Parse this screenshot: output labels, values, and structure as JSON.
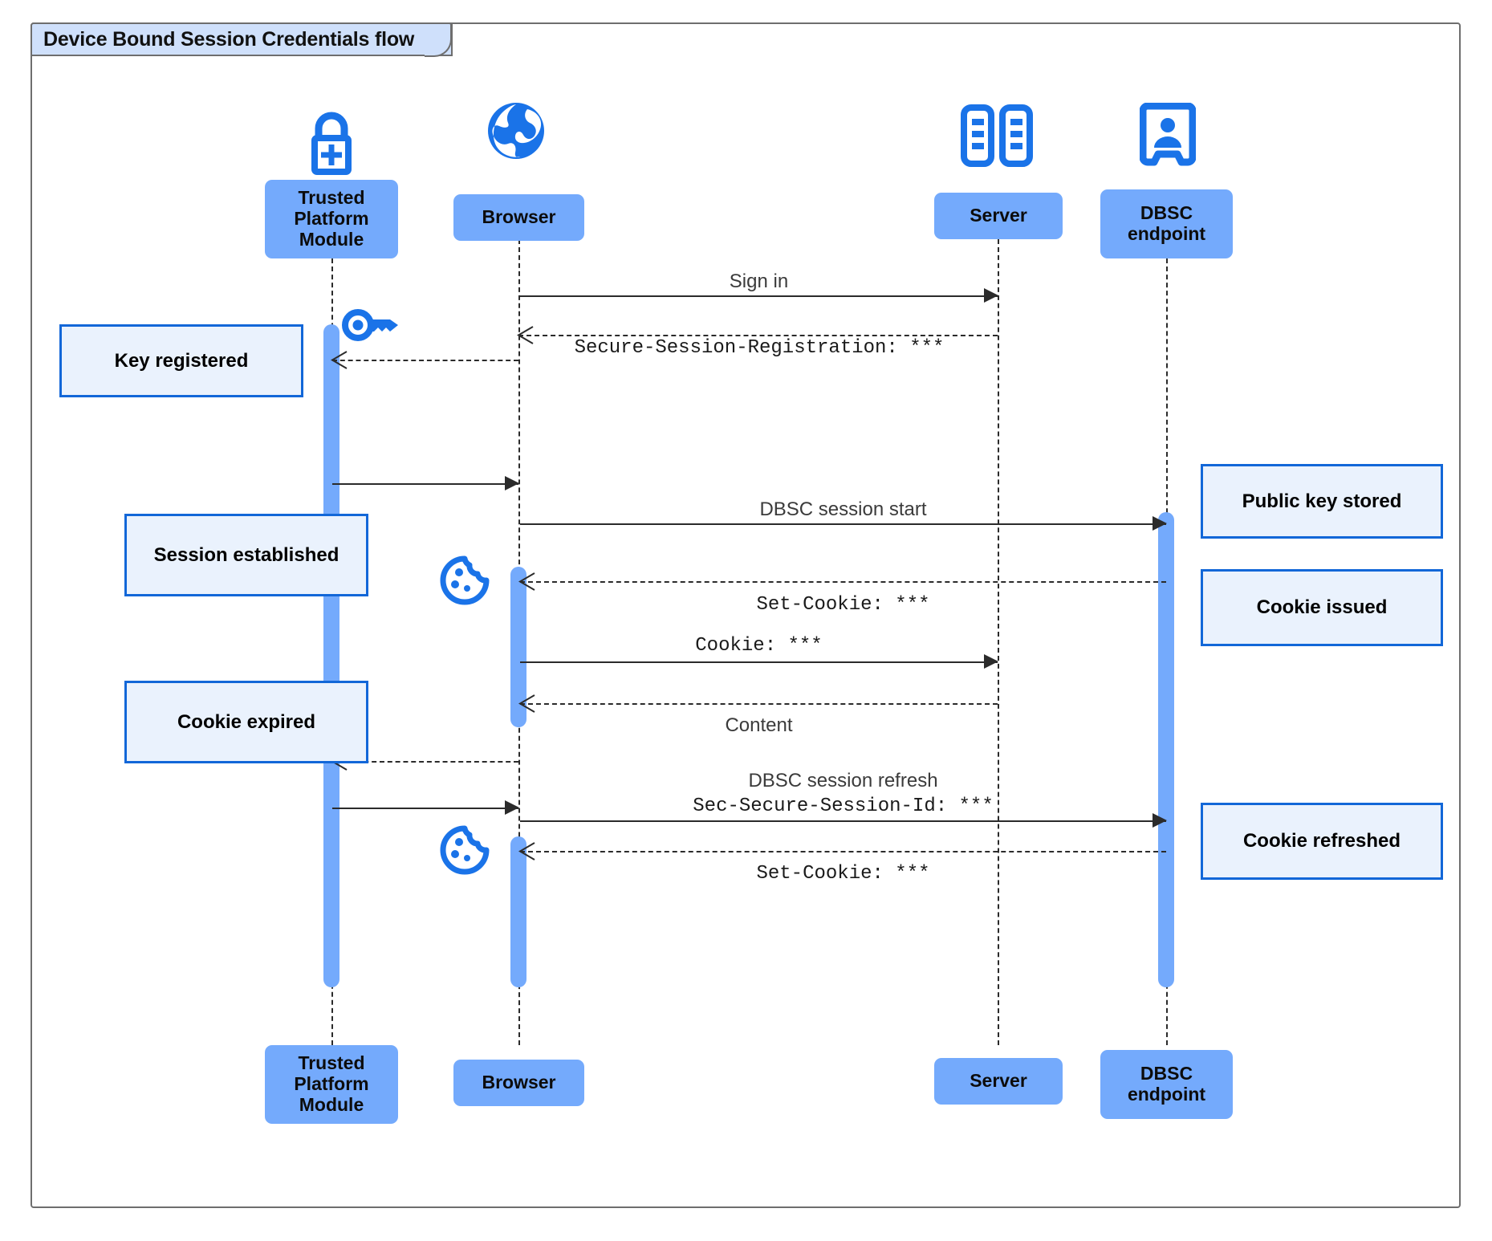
{
  "frame": {
    "label": "Device Bound Session Credentials flow"
  },
  "colors": {
    "participant_fill": "#74aafc",
    "note_fill": "#eaf2fd",
    "note_border": "#1267d8",
    "icon_blue": "#1a73e8",
    "frame_label_fill": "#cfe0fb",
    "frame_border": "#6e6e6e",
    "line": "#2b2b2b"
  },
  "participants": [
    {
      "id": "tpm",
      "label": "Trusted Platform Module",
      "icon": "lock-plus-icon"
    },
    {
      "id": "browser",
      "label": "Browser",
      "icon": "globe-icon"
    },
    {
      "id": "server",
      "label": "Server",
      "icon": "server-rack-icon"
    },
    {
      "id": "dbsc",
      "label": "DBSC endpoint",
      "icon": "id-badge-icon"
    }
  ],
  "participants_bottom": [
    {
      "id": "tpm",
      "label": "Trusted Platform Module"
    },
    {
      "id": "browser",
      "label": "Browser"
    },
    {
      "id": "server",
      "label": "Server"
    },
    {
      "id": "dbsc",
      "label": "DBSC endpoint"
    }
  ],
  "messages": [
    {
      "id": "m1",
      "label": "Sign in",
      "style": "sans",
      "from": "browser",
      "to": "server",
      "kind": "solid"
    },
    {
      "id": "m2",
      "label": "Secure-Session-Registration: ***",
      "style": "mono",
      "from": "server",
      "to": "browser",
      "kind": "dashed"
    },
    {
      "id": "m3",
      "label": "",
      "style": "sans",
      "from": "tpm",
      "to": "browser",
      "kind": "solid"
    },
    {
      "id": "m4",
      "label": "DBSC session start",
      "style": "sans",
      "from": "browser",
      "to": "dbsc",
      "kind": "solid"
    },
    {
      "id": "m5",
      "label": "Set-Cookie: ***",
      "style": "mono",
      "from": "dbsc",
      "to": "browser",
      "kind": "dashed"
    },
    {
      "id": "m6",
      "label": "Cookie: ***",
      "style": "mono",
      "from": "browser",
      "to": "server",
      "kind": "solid"
    },
    {
      "id": "m7",
      "label": "Content",
      "style": "sans",
      "from": "server",
      "to": "browser",
      "kind": "dashed"
    },
    {
      "id": "m8",
      "label": "",
      "style": "sans",
      "from": "browser",
      "to": "tpm",
      "kind": "dashed"
    },
    {
      "id": "m9",
      "label": "",
      "style": "sans",
      "from": "tpm",
      "to": "browser",
      "kind": "solid"
    },
    {
      "id": "m10",
      "label": "DBSC session refresh",
      "style": "sans",
      "from": "browser",
      "to": "dbsc",
      "kind": "solid"
    },
    {
      "id": "m10b",
      "label": "Sec-Secure-Session-Id: ***",
      "style": "mono",
      "from": "browser",
      "to": "dbsc",
      "kind": "solid"
    },
    {
      "id": "m11",
      "label": "Set-Cookie: ***",
      "style": "mono",
      "from": "dbsc",
      "to": "browser",
      "kind": "dashed"
    }
  ],
  "notes": [
    {
      "id": "n1",
      "text": "Key registered",
      "side": "left",
      "attached_to": "tpm"
    },
    {
      "id": "n2",
      "text": "Session established",
      "side": "left",
      "attached_to": "tpm"
    },
    {
      "id": "n3",
      "text": "Cookie expired",
      "side": "left",
      "attached_to": "tpm"
    },
    {
      "id": "n4",
      "text": "Public key stored",
      "side": "right",
      "attached_to": "dbsc"
    },
    {
      "id": "n5",
      "text": "Cookie issued",
      "side": "right",
      "attached_to": "dbsc"
    },
    {
      "id": "n6",
      "text": "Cookie refreshed",
      "side": "right",
      "attached_to": "dbsc"
    }
  ],
  "free_icons": [
    {
      "id": "key",
      "name": "key-icon",
      "near": "tpm"
    },
    {
      "id": "cookie1",
      "name": "cookie-icon",
      "near": "browser"
    },
    {
      "id": "cookie2",
      "name": "cookie-icon",
      "near": "browser"
    }
  ]
}
